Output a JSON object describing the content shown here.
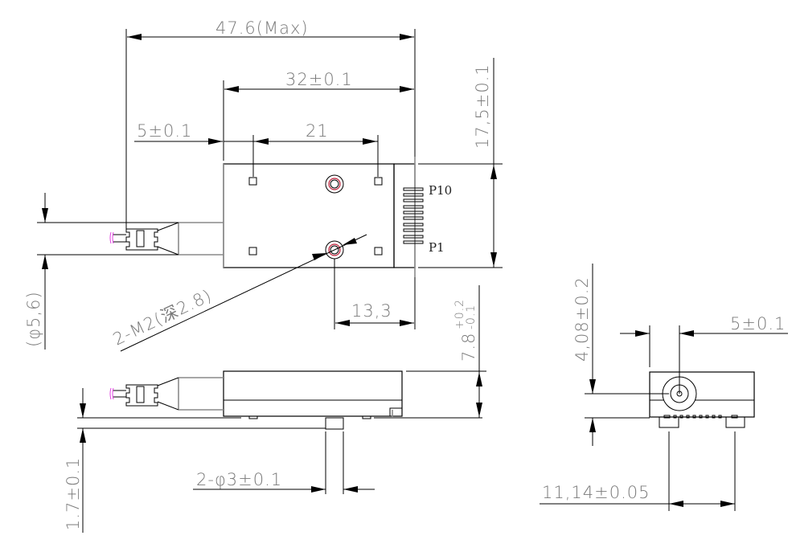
{
  "drawing": {
    "title": "Optical module mechanical outline drawing",
    "colors": {
      "line": "#000000",
      "dimension_text": "#7a7a7a",
      "mount_hole": "#c0203a",
      "fiber_tip": "#e040e0"
    },
    "top_view": {
      "dim_overall_length": "47.6(Max)",
      "dim_body_length": "32±0.1",
      "dim_fiber_offset": "5±0.1",
      "dim_pad_pitch": "21",
      "dim_body_width": "17,5±0.1",
      "dim_fiber_diameter": "(φ5,6)",
      "dim_hole_offset": "13,3",
      "note_mount_holes": "2-M2(深2.8)",
      "pin_label_top": "P10",
      "pin_label_bottom": "P1",
      "pin_count": 10
    },
    "side_view": {
      "dim_height": "7.8",
      "dim_height_tol_plus": "+0.2",
      "dim_height_tol_minus": "-0.1",
      "dim_standoff": "1.7±0.1",
      "dim_pin_diameter": "2-φ3±0.1"
    },
    "end_view": {
      "dim_fiber_center_height": "4,08±0.2",
      "dim_fiber_center_offset": "5±0.1",
      "dim_leg_pitch": "11,14±0.05"
    }
  }
}
